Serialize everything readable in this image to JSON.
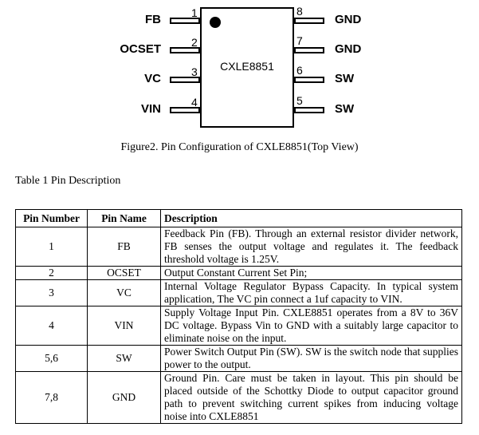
{
  "figure": {
    "chip_name": "CXLE8851",
    "left_pins": [
      {
        "number": "1",
        "label": "FB"
      },
      {
        "number": "2",
        "label": "OCSET"
      },
      {
        "number": "3",
        "label": "VC"
      },
      {
        "number": "4",
        "label": "VIN"
      }
    ],
    "right_pins": [
      {
        "number": "8",
        "label": "GND"
      },
      {
        "number": "7",
        "label": "GND"
      },
      {
        "number": "6",
        "label": "SW"
      },
      {
        "number": "5",
        "label": "SW"
      }
    ],
    "caption": "Figure2. Pin Configuration of CXLE8851(Top View)"
  },
  "table": {
    "title": "Table 1 Pin Description",
    "headers": [
      "Pin Number",
      "Pin Name",
      "Description"
    ],
    "rows": [
      {
        "number": "1",
        "name": "FB",
        "description": "Feedback Pin (FB). Through an external resistor divider network, FB senses the output voltage and regulates it. The feedback threshold voltage is 1.25V."
      },
      {
        "number": "2",
        "name": "OCSET",
        "description": "Output Constant Current Set Pin;"
      },
      {
        "number": "3",
        "name": "VC",
        "description": "Internal Voltage Regulator Bypass Capacity. In typical system application, The VC pin connect a 1uf capacity to VIN."
      },
      {
        "number": "4",
        "name": "VIN",
        "description": "Supply Voltage Input Pin. CXLE8851 operates from a 8V to 36V DC voltage. Bypass Vin to GND with a suitably large capacitor to eliminate noise on the input."
      },
      {
        "number": "5,6",
        "name": "SW",
        "description": "Power Switch Output Pin (SW). SW is the switch node that supplies power to the output."
      },
      {
        "number": "7,8",
        "name": "GND",
        "description": "Ground Pin. Care must be taken in layout. This pin should be placed outside of the Schottky Diode to output capacitor ground path to prevent switching current spikes from inducing voltage noise into CXLE8851"
      }
    ]
  }
}
